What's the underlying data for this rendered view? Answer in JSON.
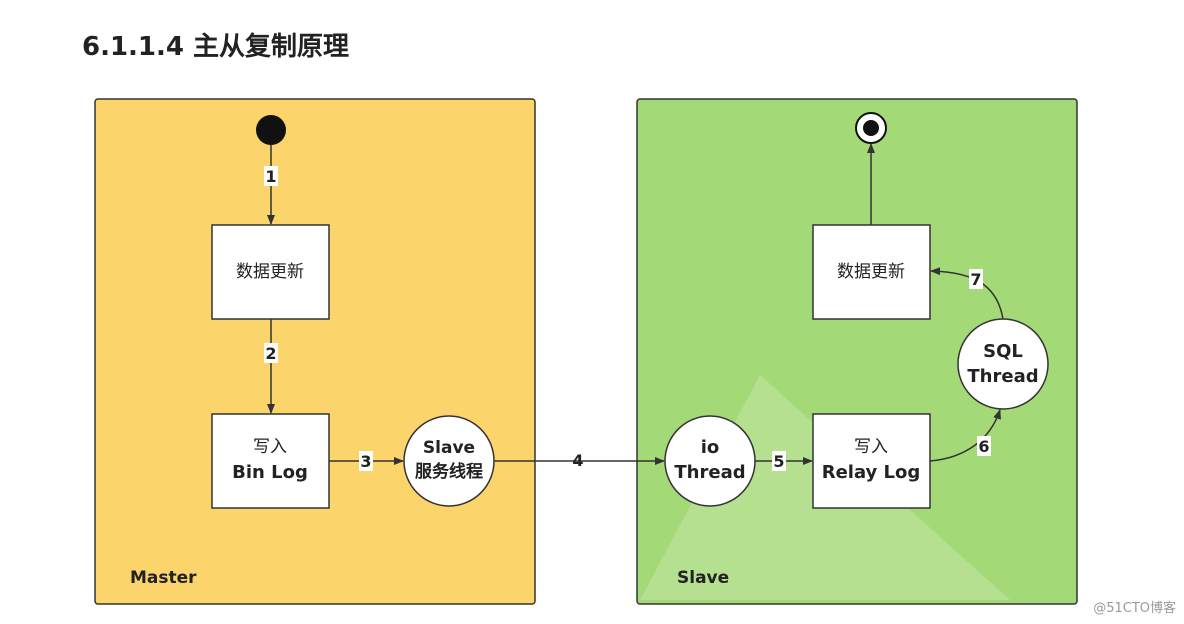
{
  "title": "6.1.1.4 主从复制原理",
  "colors": {
    "master_bg": "#fbd56b",
    "slave_bg": "#a4d977",
    "stroke": "#333333",
    "node_fill": "#ffffff"
  },
  "master": {
    "label": "Master",
    "update_box": "数据更新",
    "binlog_line1": "写入",
    "binlog_line2": "Bin Log",
    "slave_thread_line1": "Slave",
    "slave_thread_line2": "服务线程"
  },
  "slave": {
    "label": "Slave",
    "io_line1": "io",
    "io_line2": "Thread",
    "relay_line1": "写入",
    "relay_line2": "Relay Log",
    "sql_line1": "SQL",
    "sql_line2": "Thread",
    "update_box": "数据更新"
  },
  "steps": [
    "1",
    "2",
    "3",
    "4",
    "5",
    "6",
    "7"
  ],
  "footer": "@51CTO博客"
}
